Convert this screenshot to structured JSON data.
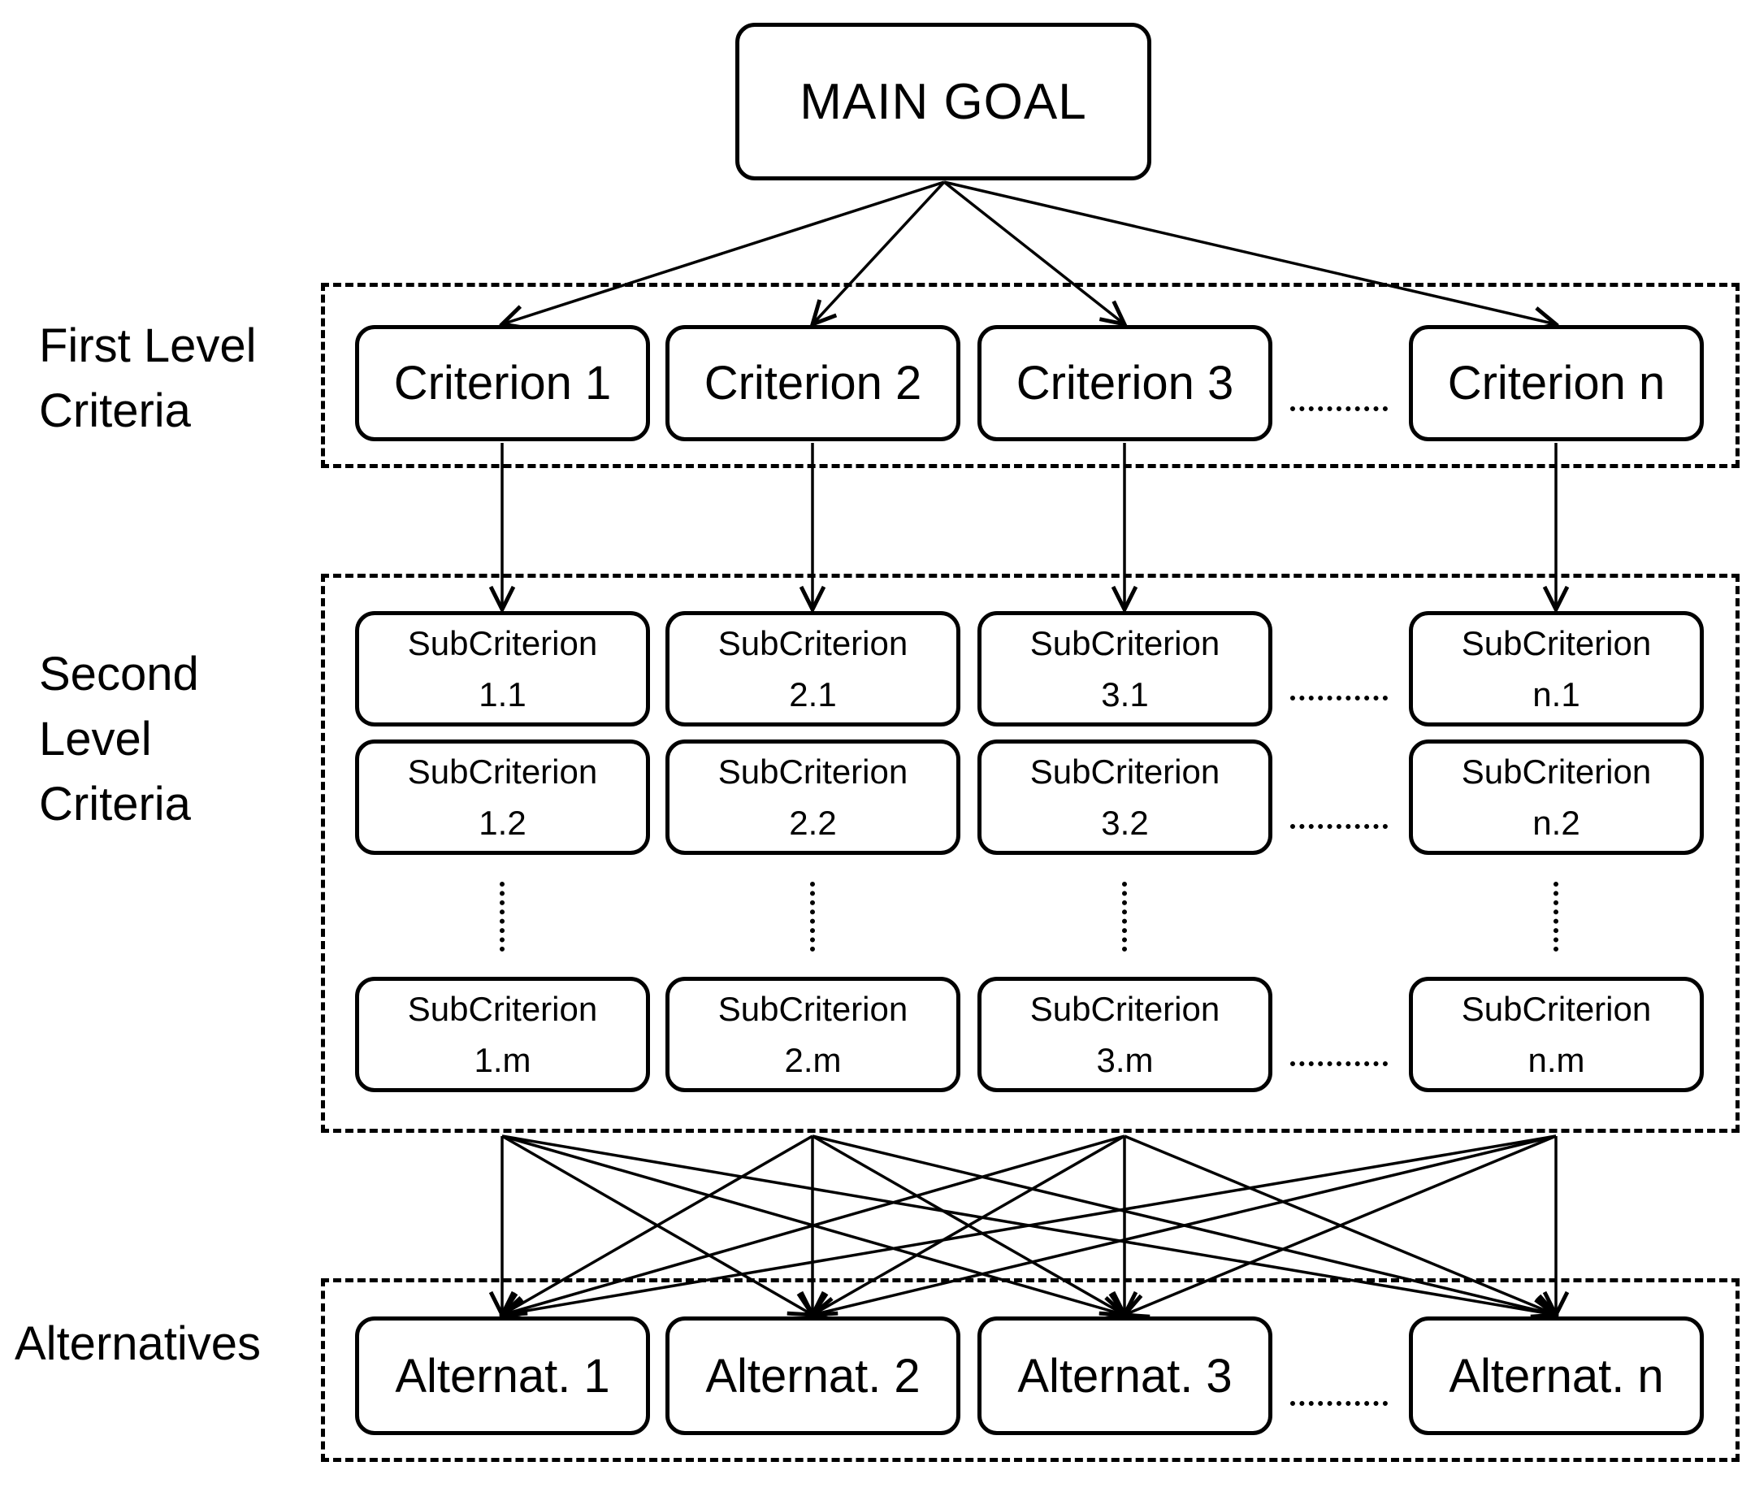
{
  "goal": {
    "label": "MAIN GOAL"
  },
  "levels": {
    "first": "First Level\nCriteria",
    "second": "Second\nLevel\nCriteria",
    "alternatives": "Alternatives"
  },
  "criteria": [
    "Criterion 1",
    "Criterion 2",
    "Criterion 3",
    "Criterion n"
  ],
  "subcriteria": [
    [
      [
        "SubCriterion",
        "1.1"
      ],
      [
        "SubCriterion",
        "1.2"
      ],
      [
        "SubCriterion",
        "1.m"
      ]
    ],
    [
      [
        "SubCriterion",
        "2.1"
      ],
      [
        "SubCriterion",
        "2.2"
      ],
      [
        "SubCriterion",
        "2.m"
      ]
    ],
    [
      [
        "SubCriterion",
        "3.1"
      ],
      [
        "SubCriterion",
        "3.2"
      ],
      [
        "SubCriterion",
        "3.m"
      ]
    ],
    [
      [
        "SubCriterion",
        "n.1"
      ],
      [
        "SubCriterion",
        "n.2"
      ],
      [
        "SubCriterion",
        "n.m"
      ]
    ]
  ],
  "alternatives": [
    "Alternat. 1",
    "Alternat. 2",
    "Alternat. 3",
    "Alternat. n"
  ],
  "colors": {
    "stroke": "#000000",
    "background": "#ffffff"
  }
}
